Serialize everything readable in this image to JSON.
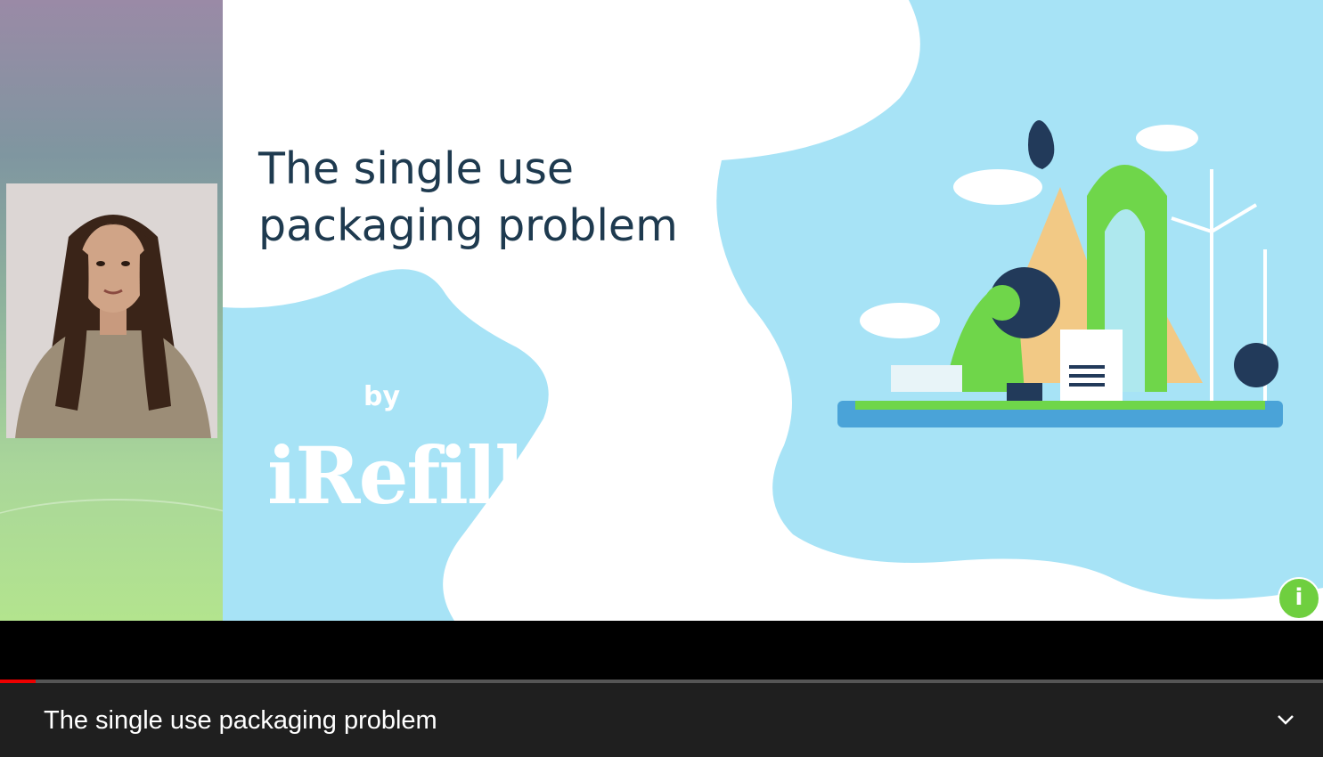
{
  "slide": {
    "title": "The single use\npackaging problem",
    "by_text": "by",
    "logo_text": "iRefill",
    "badge_text": "i"
  },
  "player": {
    "progress_fraction": 0.027,
    "played_color": "#ee0000",
    "video_title": "The single use packaging problem",
    "expand_icon": "chevron-down-icon"
  }
}
